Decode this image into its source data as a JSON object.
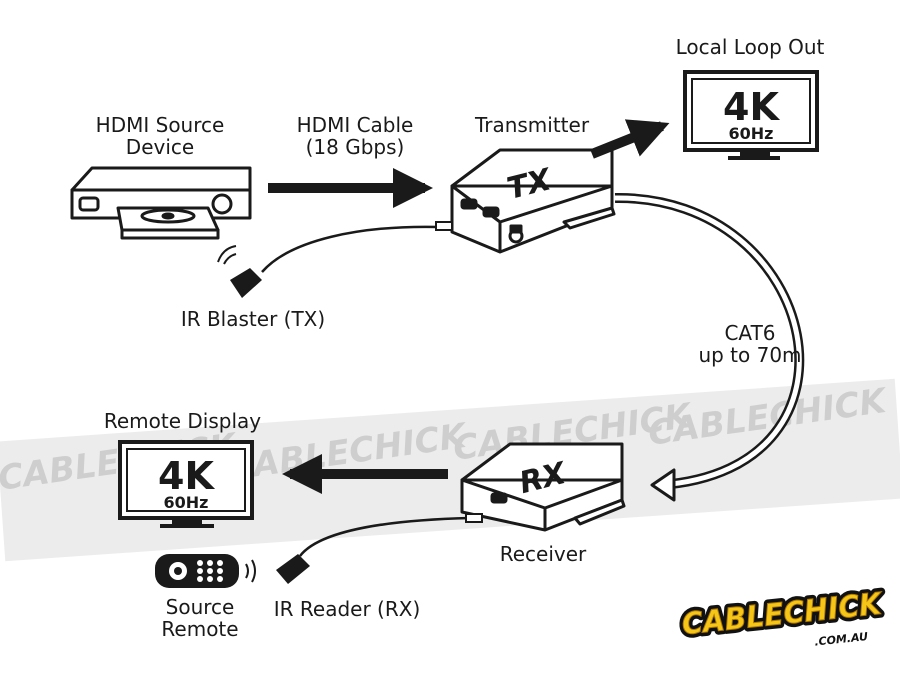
{
  "labels": {
    "hdmi_source": [
      "HDMI Source",
      "Device"
    ],
    "hdmi_cable": [
      "HDMI Cable",
      "(18 Gbps)"
    ],
    "transmitter": "Transmitter",
    "local_loop_out": "Local Loop Out",
    "ir_blaster": "IR Blaster (TX)",
    "cat6": [
      "CAT6",
      "up to 70m"
    ],
    "remote_display": "Remote Display",
    "receiver": "Receiver",
    "source_remote": [
      "Source",
      "Remote"
    ],
    "ir_reader": "IR Reader (RX)"
  },
  "devices": {
    "tx_box_text": "TX",
    "rx_box_text": "RX",
    "tv_resolution": "4K",
    "tv_refresh": "60Hz"
  },
  "brand": {
    "logo_text": "CABLECHICK",
    "logo_suffix": ".COM.AU",
    "watermark_text": "CABLECHICK",
    "color_primary": "#f5c518",
    "color_outline": "#111111"
  },
  "colors": {
    "ink": "#1a1a1a",
    "paper": "#ffffff"
  }
}
